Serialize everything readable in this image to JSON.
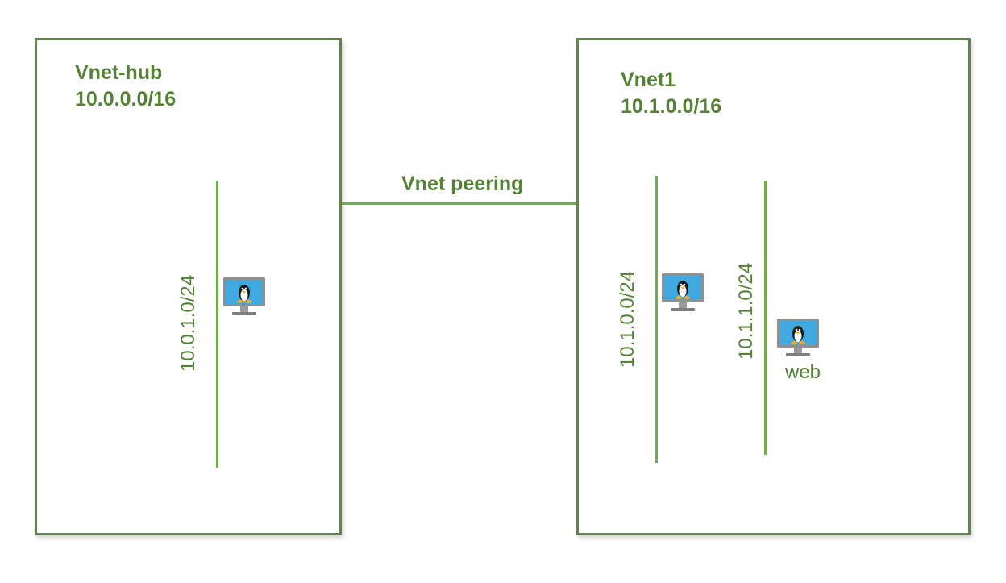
{
  "colors": {
    "box_border": "#5a8a3a",
    "line": "#70ad47",
    "text": "#548235",
    "monitor_screen": "#3fa9e0",
    "monitor_frame": "#8f8f8f"
  },
  "hub": {
    "name": "Vnet-hub",
    "cidr": "10.0.0.0/16",
    "subnets": [
      {
        "cidr": "10.0.1.0/24",
        "vms": [
          {
            "icon": "linux-vm-icon",
            "label": ""
          }
        ]
      }
    ]
  },
  "spoke": {
    "name": "Vnet1",
    "cidr": "10.1.0.0/16",
    "subnets": [
      {
        "cidr": "10.1.0.0/24",
        "vms": [
          {
            "icon": "linux-vm-icon",
            "label": ""
          }
        ]
      },
      {
        "cidr": "10.1.1.0/24",
        "vms": [
          {
            "icon": "linux-vm-icon",
            "label": "web"
          }
        ]
      }
    ]
  },
  "peering": {
    "label": "Vnet peering"
  }
}
